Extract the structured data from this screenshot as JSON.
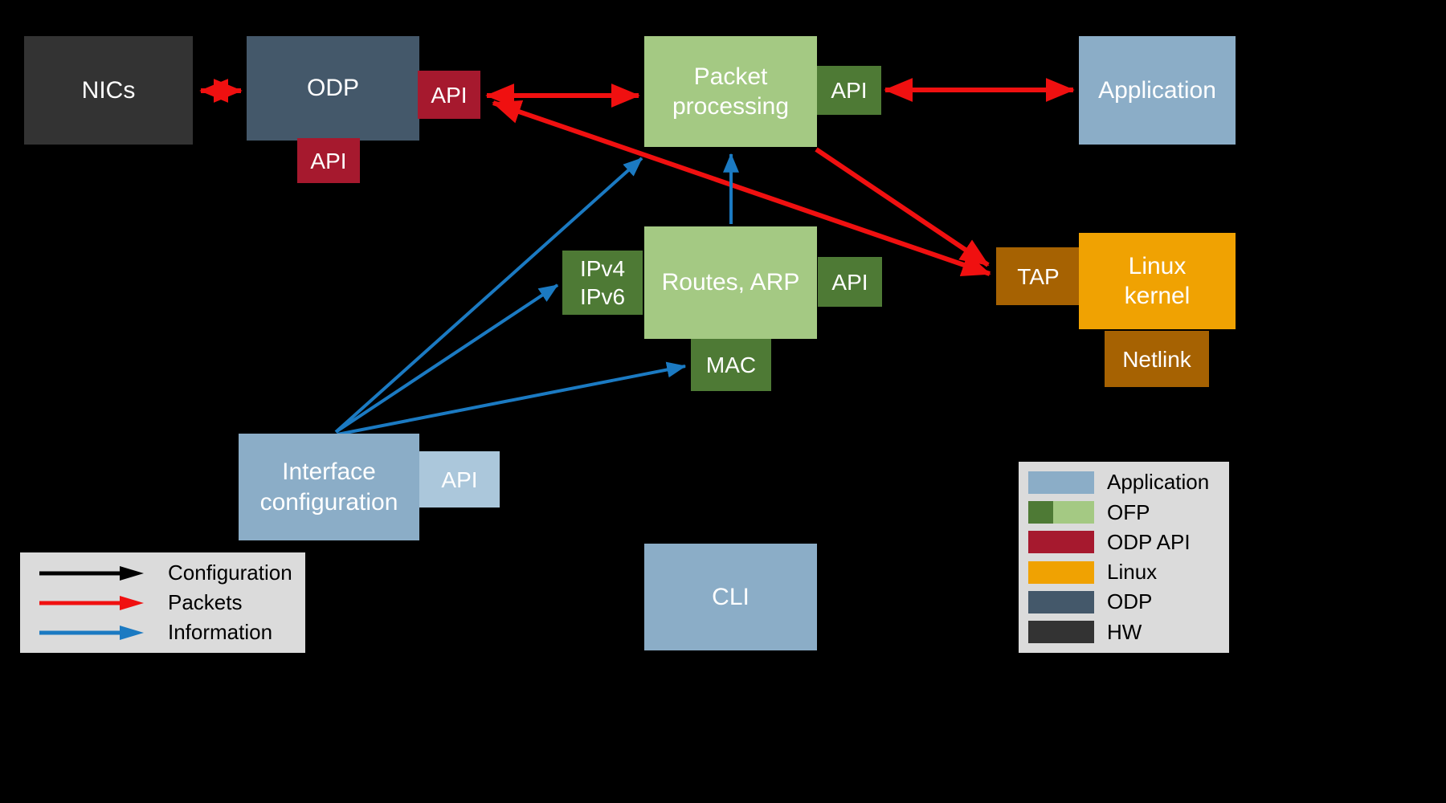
{
  "colors": {
    "background": "#000000",
    "hw": "#333333",
    "odp": "#44586a",
    "odp_api": "#a6192e",
    "ofp_light": "#a4c983",
    "ofp_dark": "#4e7a35",
    "application": "#8badc7",
    "application_light": "#abc7db",
    "linux": "#f0a202",
    "linux_dark": "#a66202",
    "packets": "#f01010",
    "information": "#1b7ac2",
    "configuration": "#000000",
    "legend_bg": "#dbdbdb"
  },
  "nodes": {
    "nics": {
      "label": "NICs"
    },
    "odp": {
      "label": "ODP"
    },
    "odp_api_side": {
      "label": "API"
    },
    "odp_api_bottom": {
      "label": "API"
    },
    "packet_processing": {
      "line1": "Packet",
      "line2": "processing"
    },
    "packet_processing_api": {
      "label": "API"
    },
    "application": {
      "label": "Application"
    },
    "routes_arp": {
      "label": "Routes, ARP"
    },
    "ip_versions": {
      "line1": "IPv4",
      "line2": "IPv6"
    },
    "routes_api": {
      "label": "API"
    },
    "mac": {
      "label": "MAC"
    },
    "tap": {
      "label": "TAP"
    },
    "linux_kernel": {
      "line1": "Linux",
      "line2": "kernel"
    },
    "netlink": {
      "label": "Netlink"
    },
    "interface_configuration": {
      "line1": "Interface",
      "line2": "configuration"
    },
    "interface_configuration_api": {
      "label": "API"
    },
    "cli": {
      "label": "CLI"
    }
  },
  "arrow_legend": {
    "items": [
      {
        "label": "Configuration",
        "color": "#000000"
      },
      {
        "label": "Packets",
        "color": "#f01010"
      },
      {
        "label": "Information",
        "color": "#1b7ac2"
      }
    ]
  },
  "color_legend": {
    "items": [
      {
        "label": "Application",
        "color": "#8badc7"
      },
      {
        "label": "OFP",
        "color": "#4e7a35",
        "color2": "#a4c983"
      },
      {
        "label": "ODP API",
        "color": "#a6192e"
      },
      {
        "label": "Linux",
        "color": "#f0a202"
      },
      {
        "label": "ODP",
        "color": "#44586a"
      },
      {
        "label": "HW",
        "color": "#333333"
      }
    ]
  }
}
